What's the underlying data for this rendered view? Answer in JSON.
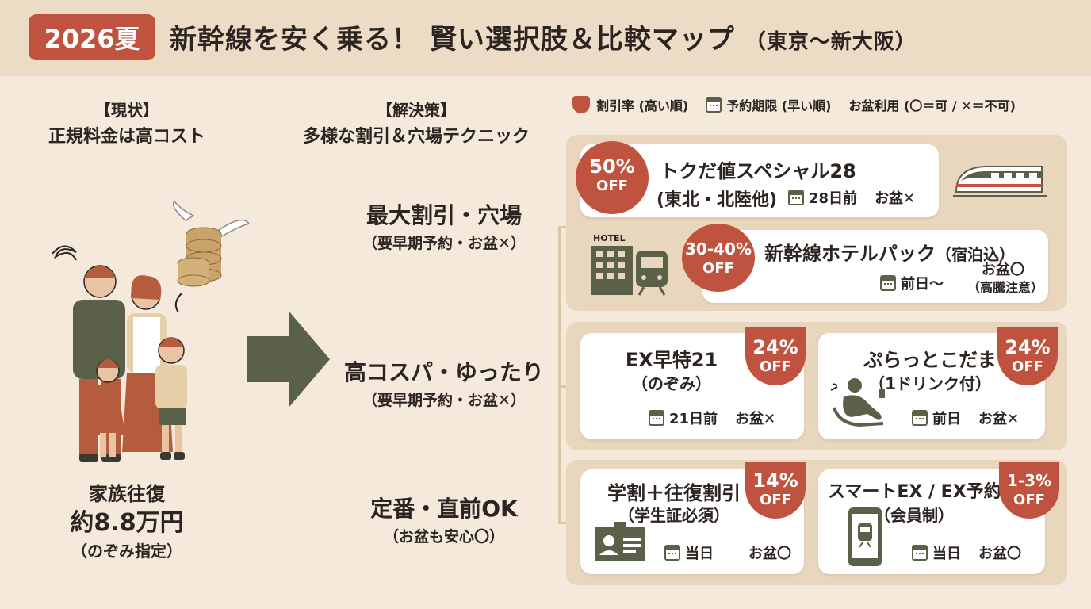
{
  "header": {
    "year_badge": "2026夏",
    "title": "新幹線を安く乗る！ 賢い選択肢＆比較マップ",
    "route": "（東京〜新大阪）"
  },
  "left": {
    "heading_1": "【現状】",
    "heading_2": "正規料金は高コスト",
    "cost_line1": "家族往復",
    "cost_line2": "約8.8万円",
    "cost_line3": "（のぞみ指定）"
  },
  "middle": {
    "heading_1": "【解決策】",
    "heading_2": "多様な割引＆穴場テクニック",
    "tiers": [
      {
        "title": "最大割引・穴場",
        "note": "（要早期予約・お盆✕）"
      },
      {
        "title": "高コスパ・ゆったり",
        "note": "（要早期予約・お盆✕）"
      },
      {
        "title": "定番・直前OK",
        "note": "（お盆も安心〇）"
      }
    ]
  },
  "legend": {
    "discount": "割引率 (高い順)",
    "deadline": "予約期限 (早い順)",
    "obon": "お盆利用 (〇＝可 / ✕＝不可)"
  },
  "cards": {
    "toku": {
      "pct": "50%",
      "off": "OFF",
      "name": "トクだ値スペシャル28",
      "note": "(東北・北陸他)",
      "deadline": "28日前",
      "obon": "お盆✕"
    },
    "hotel": {
      "pct": "30-40%",
      "off": "OFF",
      "name": "新幹線ホテルパック",
      "name_sub": "（宿泊込）",
      "deadline": "前日〜",
      "obon": "お盆〇",
      "obon_note": "（高騰注意）",
      "hotel_sign": "HOTEL"
    },
    "ex21": {
      "pct": "24%",
      "off": "OFF",
      "name": "EX早特21",
      "note": "（のぞみ）",
      "deadline": "21日前",
      "obon": "お盆✕"
    },
    "plat": {
      "pct": "24%",
      "off": "OFF",
      "name": "ぷらっとこだま",
      "note": "（1ドリンク付）",
      "deadline": "前日",
      "obon": "お盆✕"
    },
    "student": {
      "pct": "14%",
      "off": "OFF",
      "name": "学割＋往復割引",
      "note": "（学生証必須）",
      "deadline": "当日",
      "obon": "お盆〇"
    },
    "smartex": {
      "pct": "1-3%",
      "off": "OFF",
      "name": "スマートEX / EX予約",
      "note": "（会員制）",
      "deadline": "当日",
      "obon": "お盆〇"
    }
  },
  "colors": {
    "accent": "#c0533f",
    "olive": "#5b6048",
    "bg": "#f4e9da",
    "group": "#e8d6bd"
  }
}
